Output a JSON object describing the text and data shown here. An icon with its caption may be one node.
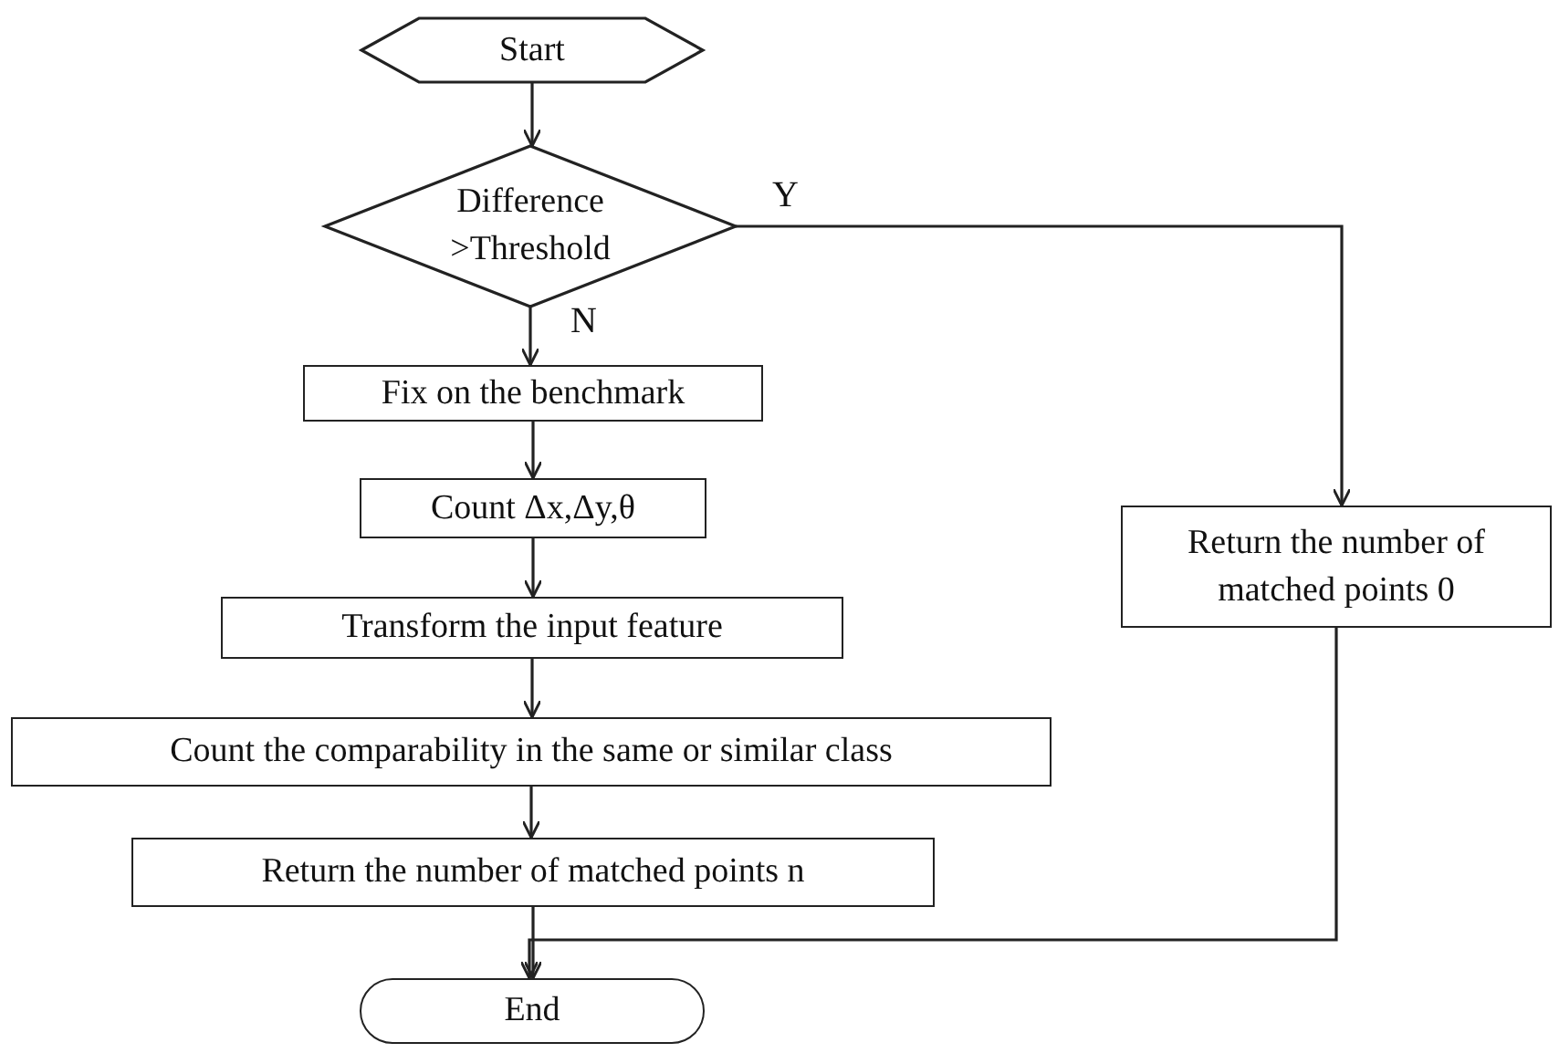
{
  "diagram": {
    "nodes": [
      {
        "text": [
          "Start"
        ]
      },
      {
        "text": [
          "Difference >Threshold"
        ]
      },
      {
        "text": [
          "Fix on the benchmark"
        ]
      },
      {
        "text": [
          "Count Δx,Δy,θ"
        ]
      },
      {
        "text": [
          "Transform the input feature"
        ]
      },
      {
        "text": [
          "Count the comparability in the same or similar class"
        ]
      },
      {
        "text": [
          "Return the number of matched points n"
        ]
      },
      {
        "text": [
          "End"
        ]
      },
      {
        "text": [
          "Return the number of matched points 0"
        ]
      }
    ],
    "edges": [
      {
        "from": 0,
        "to": 1,
        "arrow": "to"
      },
      {
        "from": 1,
        "to": 8,
        "arrow": "to",
        "label": "Y"
      },
      {
        "from": 1,
        "to": 2,
        "arrow": "to",
        "label": "N"
      },
      {
        "from": 2,
        "to": 3,
        "arrow": "to"
      },
      {
        "from": 3,
        "to": 4,
        "arrow": "to"
      },
      {
        "from": 4,
        "to": 5,
        "arrow": "to"
      },
      {
        "from": 5,
        "to": 6,
        "arrow": "to"
      },
      {
        "from": 6,
        "to": 7,
        "arrow": "to"
      },
      {
        "from": 8,
        "to": 7,
        "arrow": "to"
      }
    ]
  }
}
